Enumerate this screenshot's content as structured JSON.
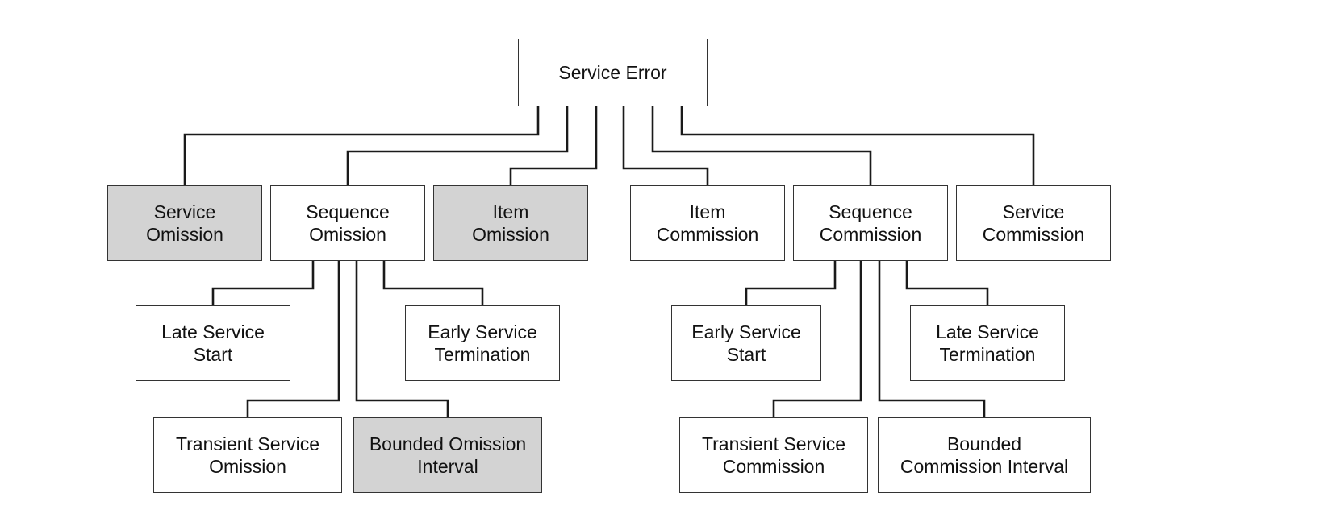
{
  "colors": {
    "shaded_fill": "#d3d3d3",
    "plain_fill": "#ffffff",
    "stroke": "#1a1a1a"
  },
  "nodes": {
    "service_error": {
      "lines": [
        "Service Error"
      ],
      "shaded": false
    },
    "service_omission": {
      "lines": [
        "Service",
        "Omission"
      ],
      "shaded": true
    },
    "sequence_omission": {
      "lines": [
        "Sequence",
        "Omission"
      ],
      "shaded": false
    },
    "item_omission": {
      "lines": [
        "Item",
        "Omission"
      ],
      "shaded": true
    },
    "item_commission": {
      "lines": [
        "Item",
        "Commission"
      ],
      "shaded": false
    },
    "sequence_commission": {
      "lines": [
        "Sequence",
        "Commission"
      ],
      "shaded": false
    },
    "service_commission": {
      "lines": [
        "Service",
        "Commission"
      ],
      "shaded": false
    },
    "late_service_start": {
      "lines": [
        "Late Service",
        "Start"
      ],
      "shaded": false
    },
    "early_service_termination": {
      "lines": [
        "Early Service",
        "Termination"
      ],
      "shaded": false
    },
    "transient_service_omission": {
      "lines": [
        "Transient Service",
        "Omission"
      ],
      "shaded": false
    },
    "bounded_omission_interval": {
      "lines": [
        "Bounded Omission",
        "Interval"
      ],
      "shaded": true
    },
    "early_service_start": {
      "lines": [
        "Early Service",
        "Start"
      ],
      "shaded": false
    },
    "late_service_termination": {
      "lines": [
        "Late Service",
        "Termination"
      ],
      "shaded": false
    },
    "transient_service_commission": {
      "lines": [
        "Transient Service",
        "Commission"
      ],
      "shaded": false
    },
    "bounded_commission_interval": {
      "lines": [
        "Bounded",
        "Commission Interval"
      ],
      "shaded": false
    }
  },
  "edges": [
    {
      "from": "service_omission",
      "to": "service_error"
    },
    {
      "from": "sequence_omission",
      "to": "service_error"
    },
    {
      "from": "item_omission",
      "to": "service_error"
    },
    {
      "from": "item_commission",
      "to": "service_error"
    },
    {
      "from": "sequence_commission",
      "to": "service_error"
    },
    {
      "from": "service_commission",
      "to": "service_error"
    },
    {
      "from": "late_service_start",
      "to": "sequence_omission"
    },
    {
      "from": "transient_service_omission",
      "to": "sequence_omission"
    },
    {
      "from": "bounded_omission_interval",
      "to": "sequence_omission"
    },
    {
      "from": "early_service_termination",
      "to": "sequence_omission"
    },
    {
      "from": "early_service_start",
      "to": "sequence_commission"
    },
    {
      "from": "transient_service_commission",
      "to": "sequence_commission"
    },
    {
      "from": "bounded_commission_interval",
      "to": "sequence_commission"
    },
    {
      "from": "late_service_termination",
      "to": "sequence_commission"
    }
  ]
}
